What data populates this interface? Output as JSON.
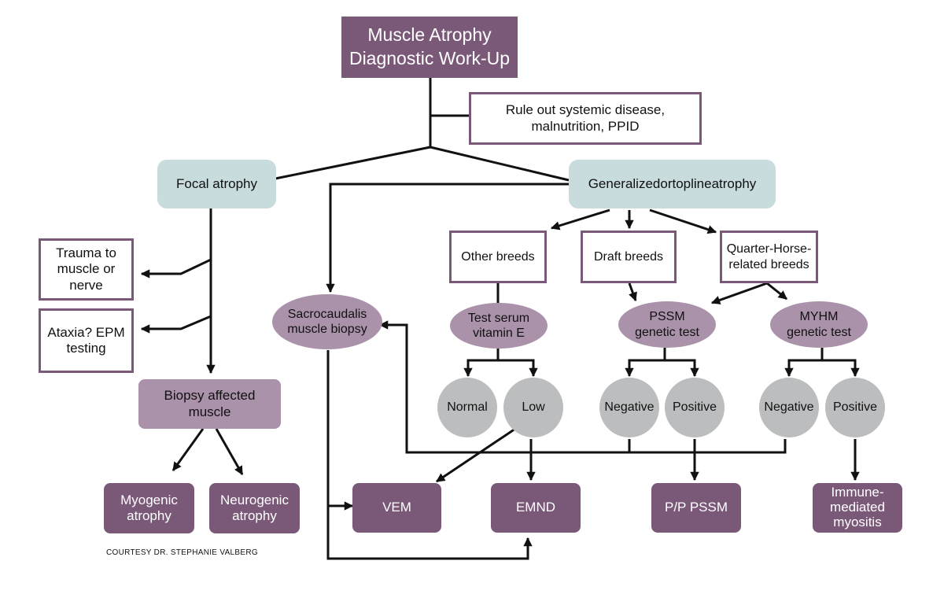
{
  "nodes": {
    "title": "Muscle Atrophy\nDiagnostic Work-Up",
    "rule_out": "Rule out systemic disease,\nmalnutrition, PPID",
    "focal": "Focal atrophy",
    "generalized": "Generalizedortoplineatrophy",
    "trauma": "Trauma to\nmuscle or\nnerve",
    "ataxia": "Ataxia? EPM\ntesting",
    "biopsy_affected": "Biopsy affected\nmuscle",
    "myogenic": "Myogenic\natrophy",
    "neurogenic": "Neurogenic\natrophy",
    "sacrocaudalis": "Sacrocaudalis\nmuscle biopsy",
    "other_breeds": "Other breeds",
    "draft_breeds": "Draft breeds",
    "qh_breeds": "Quarter-Horse-\nrelated breeds",
    "vit_e_test": "Test serum\nvitamin E",
    "pssm_test": "PSSM\ngenetic test",
    "myhm_test": "MYHM\ngenetic test",
    "normal": "Normal",
    "low": "Low",
    "pssm_negative": "Negative",
    "pssm_positive": "Positive",
    "myhm_negative": "Negative",
    "myhm_positive": "Positive",
    "vem": "VEM",
    "emnd": "EMND",
    "pp_pssm": "P/P PSSM",
    "immune": "Immune-\nmediated\nmyositis"
  },
  "credit": "COURTESY DR. STEPHANIE VALBERG",
  "colors": {
    "dark_purple": "#7a5878",
    "mauve": "#aa92aa",
    "teal": "#c8dbdd",
    "gray": "#bbbdbe",
    "line": "#111111"
  }
}
